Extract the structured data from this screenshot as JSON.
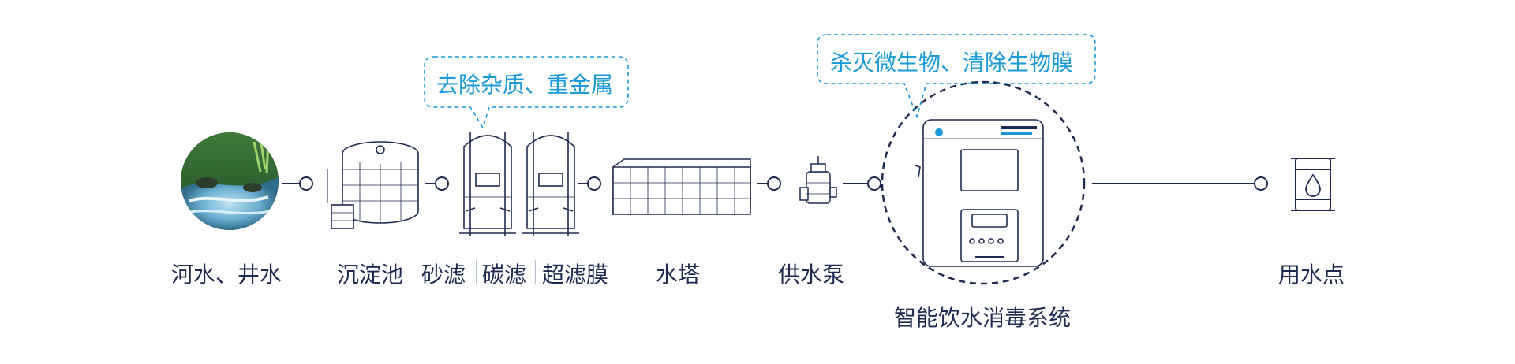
{
  "callouts": {
    "filtration": "去除杂质、重金属",
    "disinfection": "杀灭微生物、清除生物膜"
  },
  "stages": {
    "source": "河水、井水",
    "sedimentation": "沉淀池",
    "sand_filter": "砂滤",
    "carbon_filter": "碳滤",
    "ultrafiltration": "超滤膜",
    "water_tower": "水塔",
    "supply_pump": "供水泵",
    "disinfection_system": "智能饮水消毒系统",
    "point_of_use": "用水点"
  },
  "colors": {
    "line": "#1e2a52",
    "callout": "#1a9ad6"
  },
  "icons": {
    "source": "river-photo",
    "sedimentation": "tank-icon",
    "filters": "filter-tanks-icon",
    "water_tower": "water-tower-icon",
    "supply_pump": "pump-icon",
    "disinfection_system": "disinfection-cabinet-icon",
    "point_of_use": "water-barrel-icon"
  }
}
